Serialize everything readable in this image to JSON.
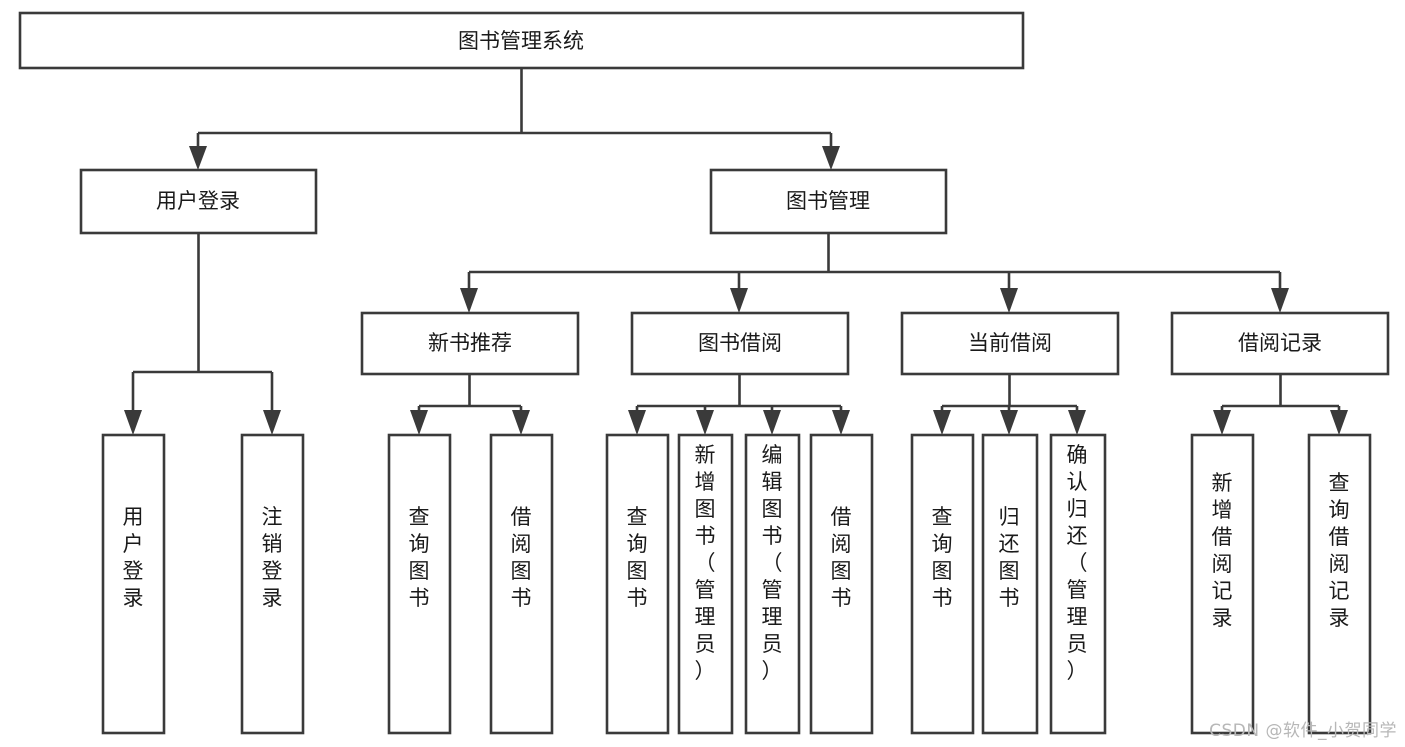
{
  "diagram": {
    "type": "tree-hierarchy",
    "title": "图书管理系统",
    "watermark": "CSDN @软件_小贺同学",
    "colors": {
      "box_stroke": "#3a3a3a",
      "box_fill": "#ffffff",
      "text": "#1a1a1a",
      "background": "#ffffff",
      "watermark": "#b7b7b7"
    },
    "levels": {
      "root": {
        "label": "图书管理系统"
      },
      "level2": [
        {
          "id": "user-login",
          "label": "用户登录"
        },
        {
          "id": "book-manage",
          "label": "图书管理"
        }
      ],
      "level3": [
        {
          "id": "new-book-recommend",
          "label": "新书推荐",
          "parent": "book-manage"
        },
        {
          "id": "book-borrow",
          "label": "图书借阅",
          "parent": "book-manage"
        },
        {
          "id": "current-borrow",
          "label": "当前借阅",
          "parent": "book-manage"
        },
        {
          "id": "borrow-record",
          "label": "借阅记录",
          "parent": "book-manage"
        }
      ],
      "leaves": [
        {
          "id": "leaf-user-login",
          "label": "用户登录",
          "parent": "user-login"
        },
        {
          "id": "leaf-user-logout",
          "label": "注销登录",
          "parent": "user-login"
        },
        {
          "id": "leaf-query-book-1",
          "label": "查询图书",
          "parent": "new-book-recommend"
        },
        {
          "id": "leaf-borrow-book-1",
          "label": "借阅图书",
          "parent": "new-book-recommend"
        },
        {
          "id": "leaf-query-book-2",
          "label": "查询图书",
          "parent": "book-borrow"
        },
        {
          "id": "leaf-add-book",
          "label": "新增图书（管理员）",
          "parent": "book-borrow"
        },
        {
          "id": "leaf-edit-book",
          "label": "编辑图书（管理员）",
          "parent": "book-borrow"
        },
        {
          "id": "leaf-borrow-book-2",
          "label": "借阅图书",
          "parent": "book-borrow"
        },
        {
          "id": "leaf-query-book-3",
          "label": "查询图书",
          "parent": "current-borrow"
        },
        {
          "id": "leaf-return-book",
          "label": "归还图书",
          "parent": "current-borrow"
        },
        {
          "id": "leaf-confirm-return",
          "label": "确认归还（管理员）",
          "parent": "current-borrow"
        },
        {
          "id": "leaf-add-record",
          "label": "新增借阅记录",
          "parent": "borrow-record"
        },
        {
          "id": "leaf-query-record",
          "label": "查询借阅记录",
          "parent": "borrow-record"
        }
      ]
    }
  }
}
